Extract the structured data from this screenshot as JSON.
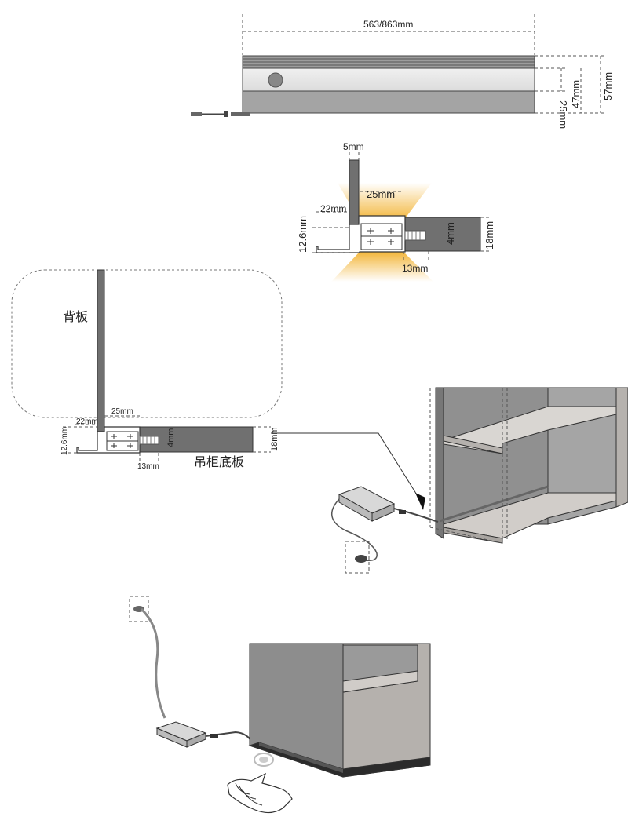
{
  "dimensions": {
    "length": "563/863mm",
    "h25": "25mm",
    "h47": "47mm",
    "h57": "57mm",
    "t5": "5mm",
    "w25_top": "25mm",
    "w22_top": "22mm",
    "h12_6_top": "12.6mm",
    "h4_top": "4mm",
    "h18_top": "18mm",
    "w13_top": "13mm",
    "w25_bottom": "25mm",
    "w22_bottom": "22mm",
    "h12_6_bottom": "12.6mm",
    "h4_bottom": "4mm",
    "h18_bottom": "18mm",
    "w13_bottom": "13mm"
  },
  "labels": {
    "back_panel": "背板",
    "cabinet_bottom": "吊柜底板"
  },
  "colors": {
    "panel_gray": "#707070",
    "profile_dark": "#9a9a9a",
    "profile_light": "#e6e6e6",
    "light_glow": "#f2b230",
    "cabinet_gray": "#8a8a8a",
    "cabinet_light": "#b5b1ad"
  }
}
